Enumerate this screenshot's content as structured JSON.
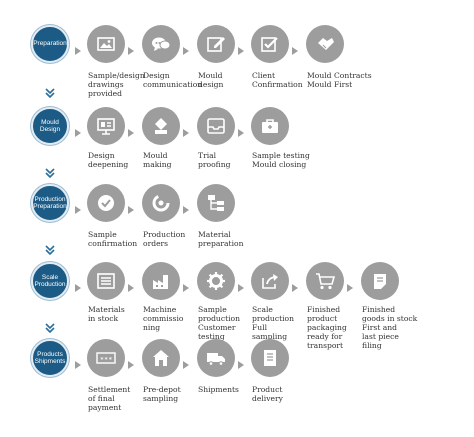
{
  "colors": {
    "stage": "#1b5b86",
    "step": "#9d9d9d",
    "arrow": "#2a6e9e",
    "text": "#333333"
  },
  "stages": [
    {
      "label": "Preparation",
      "steps": [
        {
          "icon": "image-icon",
          "label": "Sample/design\ndrawings\nprovided"
        },
        {
          "icon": "chat-bubbles-icon",
          "label": "Design\ncommunication"
        },
        {
          "icon": "edit-icon",
          "label": "Mould\ndesign"
        },
        {
          "icon": "checkbox-icon",
          "label": "Client\nConfirmation"
        },
        {
          "icon": "handshake-icon",
          "label": "Mould Contracts\nMould First"
        }
      ]
    },
    {
      "label": "Mould Design",
      "steps": [
        {
          "icon": "presentation-icon",
          "label": "Design\ndeepening"
        },
        {
          "icon": "mould-icon",
          "label": "Mould\nmaking"
        },
        {
          "icon": "tray-icon",
          "label": "Trial\nproofing"
        },
        {
          "icon": "toolbox-icon",
          "label": "Sample testing\nMould closing"
        }
      ]
    },
    {
      "label": "Production Preparation",
      "steps": [
        {
          "icon": "check-circle-icon",
          "label": "Sample\nconfirmation"
        },
        {
          "icon": "spinner-icon",
          "label": "Production\norders"
        },
        {
          "icon": "hierarchy-icon",
          "label": "Material\npreparation"
        }
      ]
    },
    {
      "label": "Scale Production",
      "steps": [
        {
          "icon": "list-icon",
          "label": "Materials\nin stock"
        },
        {
          "icon": "factory-icon",
          "label": "Machine\ncommissio\nning"
        },
        {
          "icon": "gear-icon",
          "label": "Sample\nproduction\nCustomer\ntesting"
        },
        {
          "icon": "share-icon",
          "label": "Scale\nproduction\nFull\nsampling"
        },
        {
          "icon": "cart-icon",
          "label": "Finished\nproduct\npackaging\nready for\ntransport"
        },
        {
          "icon": "note-icon",
          "label": "Finished\ngoods in stock\nFirst and\nlast piece\nfiling"
        }
      ]
    },
    {
      "label": "Products Shipments",
      "steps": [
        {
          "icon": "ticket-icon",
          "label": "Settlement\nof final\npayment"
        },
        {
          "icon": "house-icon",
          "label": "Pre-depot\nsampling"
        },
        {
          "icon": "truck-icon",
          "label": "Shipments"
        },
        {
          "icon": "document-icon",
          "label": "Product\ndelivery"
        }
      ]
    }
  ]
}
